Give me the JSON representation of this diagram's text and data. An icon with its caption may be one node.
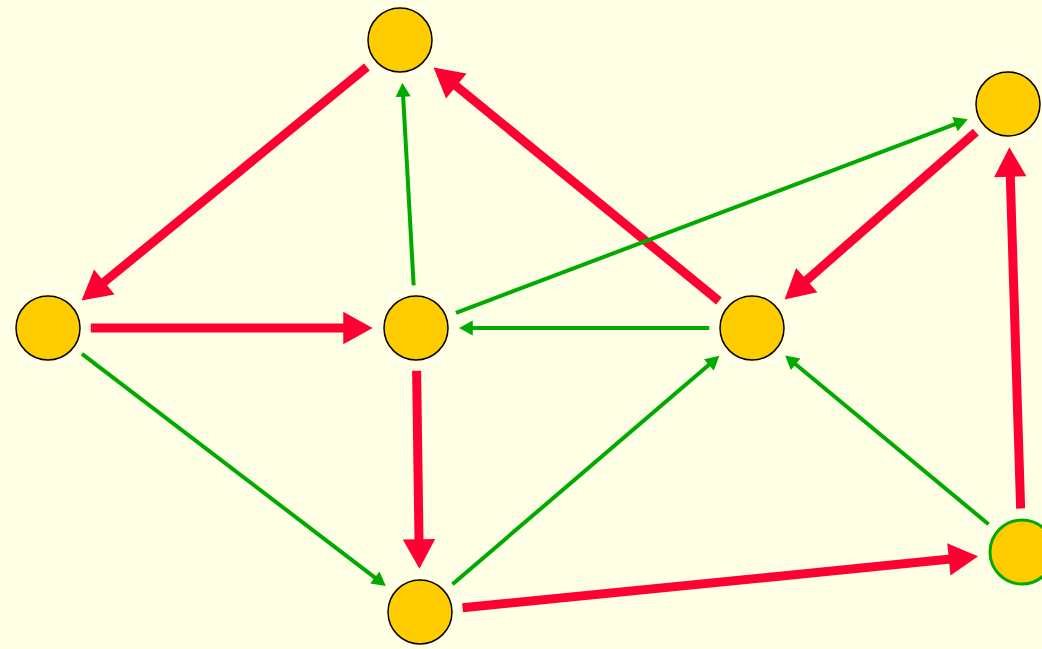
{
  "diagram": {
    "nodes": [
      {
        "text": [],
        "shape": "circle"
      },
      {
        "text": [],
        "shape": "circle"
      },
      {
        "text": [],
        "shape": "circle"
      },
      {
        "text": [],
        "shape": "circle"
      },
      {
        "text": [],
        "shape": "circle"
      },
      {
        "text": [],
        "shape": "circle"
      },
      {
        "text": [],
        "shape": "circle"
      }
    ],
    "edges": [
      {
        "from": 0,
        "to": 2,
        "arrow": "to"
      },
      {
        "from": 2,
        "to": 3,
        "arrow": "to"
      },
      {
        "from": 3,
        "to": 5,
        "arrow": "to"
      },
      {
        "from": 5,
        "to": 6,
        "arrow": "to"
      },
      {
        "from": 6,
        "to": 1,
        "arrow": "to"
      },
      {
        "from": 1,
        "to": 4,
        "arrow": "to"
      },
      {
        "from": 4,
        "to": 0,
        "arrow": "to"
      },
      {
        "from": 3,
        "to": 0,
        "arrow": "to",
        "color": "#00aa00"
      },
      {
        "from": 3,
        "to": 1,
        "arrow": "to",
        "color": "#00aa00"
      },
      {
        "from": 4,
        "to": 3,
        "arrow": "to",
        "color": "#00aa00"
      },
      {
        "from": 2,
        "to": 5,
        "arrow": "to",
        "color": "#00aa00"
      },
      {
        "from": 5,
        "to": 4,
        "arrow": "to",
        "color": "#00aa00"
      },
      {
        "from": 6,
        "to": 4,
        "arrow": "to",
        "color": "#00aa00"
      }
    ]
  }
}
